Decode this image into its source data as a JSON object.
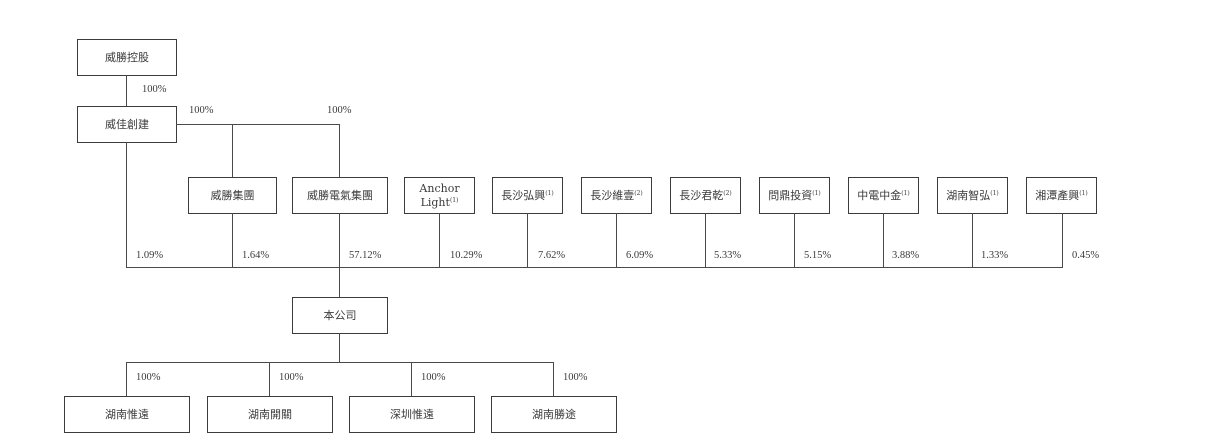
{
  "diagram": {
    "type": "shareholding-structure",
    "top": {
      "holding": {
        "label": "威勝控股"
      },
      "holding_to_weijia_pct": "100%",
      "weijia": {
        "label": "威佳創建"
      },
      "weijia_to_group_pct": "100%",
      "weijia_to_electric_pct": "100%"
    },
    "shareholders": [
      {
        "label": "威佳創建",
        "note": "",
        "pct": "1.09%"
      },
      {
        "label": "威勝集團",
        "note": "",
        "pct": "1.64%"
      },
      {
        "label": "威勝電氣集團",
        "note": "",
        "pct": "57.12%"
      },
      {
        "label": "Anchor Light",
        "line1": "Anchor",
        "line2": "Light",
        "note": "(1)",
        "pct": "10.29%"
      },
      {
        "label": "長沙弘興",
        "note": "(1)",
        "pct": "7.62%"
      },
      {
        "label": "長沙維壹",
        "note": "(2)",
        "pct": "6.09%"
      },
      {
        "label": "長沙君乾",
        "note": "(2)",
        "pct": "5.33%"
      },
      {
        "label": "問鼎投資",
        "note": "(1)",
        "pct": "5.15%"
      },
      {
        "label": "中電中金",
        "note": "(1)",
        "pct": "3.88%"
      },
      {
        "label": "湖南智弘",
        "note": "(1)",
        "pct": "1.33%"
      },
      {
        "label": "湘潭產興",
        "note": "(1)",
        "pct": "0.45%"
      }
    ],
    "company": {
      "label": "本公司"
    },
    "subsidiaries": [
      {
        "label": "湖南惟遠",
        "pct": "100%"
      },
      {
        "label": "湖南開關",
        "pct": "100%"
      },
      {
        "label": "深圳惟遠",
        "pct": "100%"
      },
      {
        "label": "湖南勝途",
        "pct": "100%"
      }
    ],
    "colors": {
      "line": "#4a4a4a",
      "box_border": "#3c3c3c",
      "text": "#3a3a3a",
      "background": "#ffffff"
    }
  }
}
